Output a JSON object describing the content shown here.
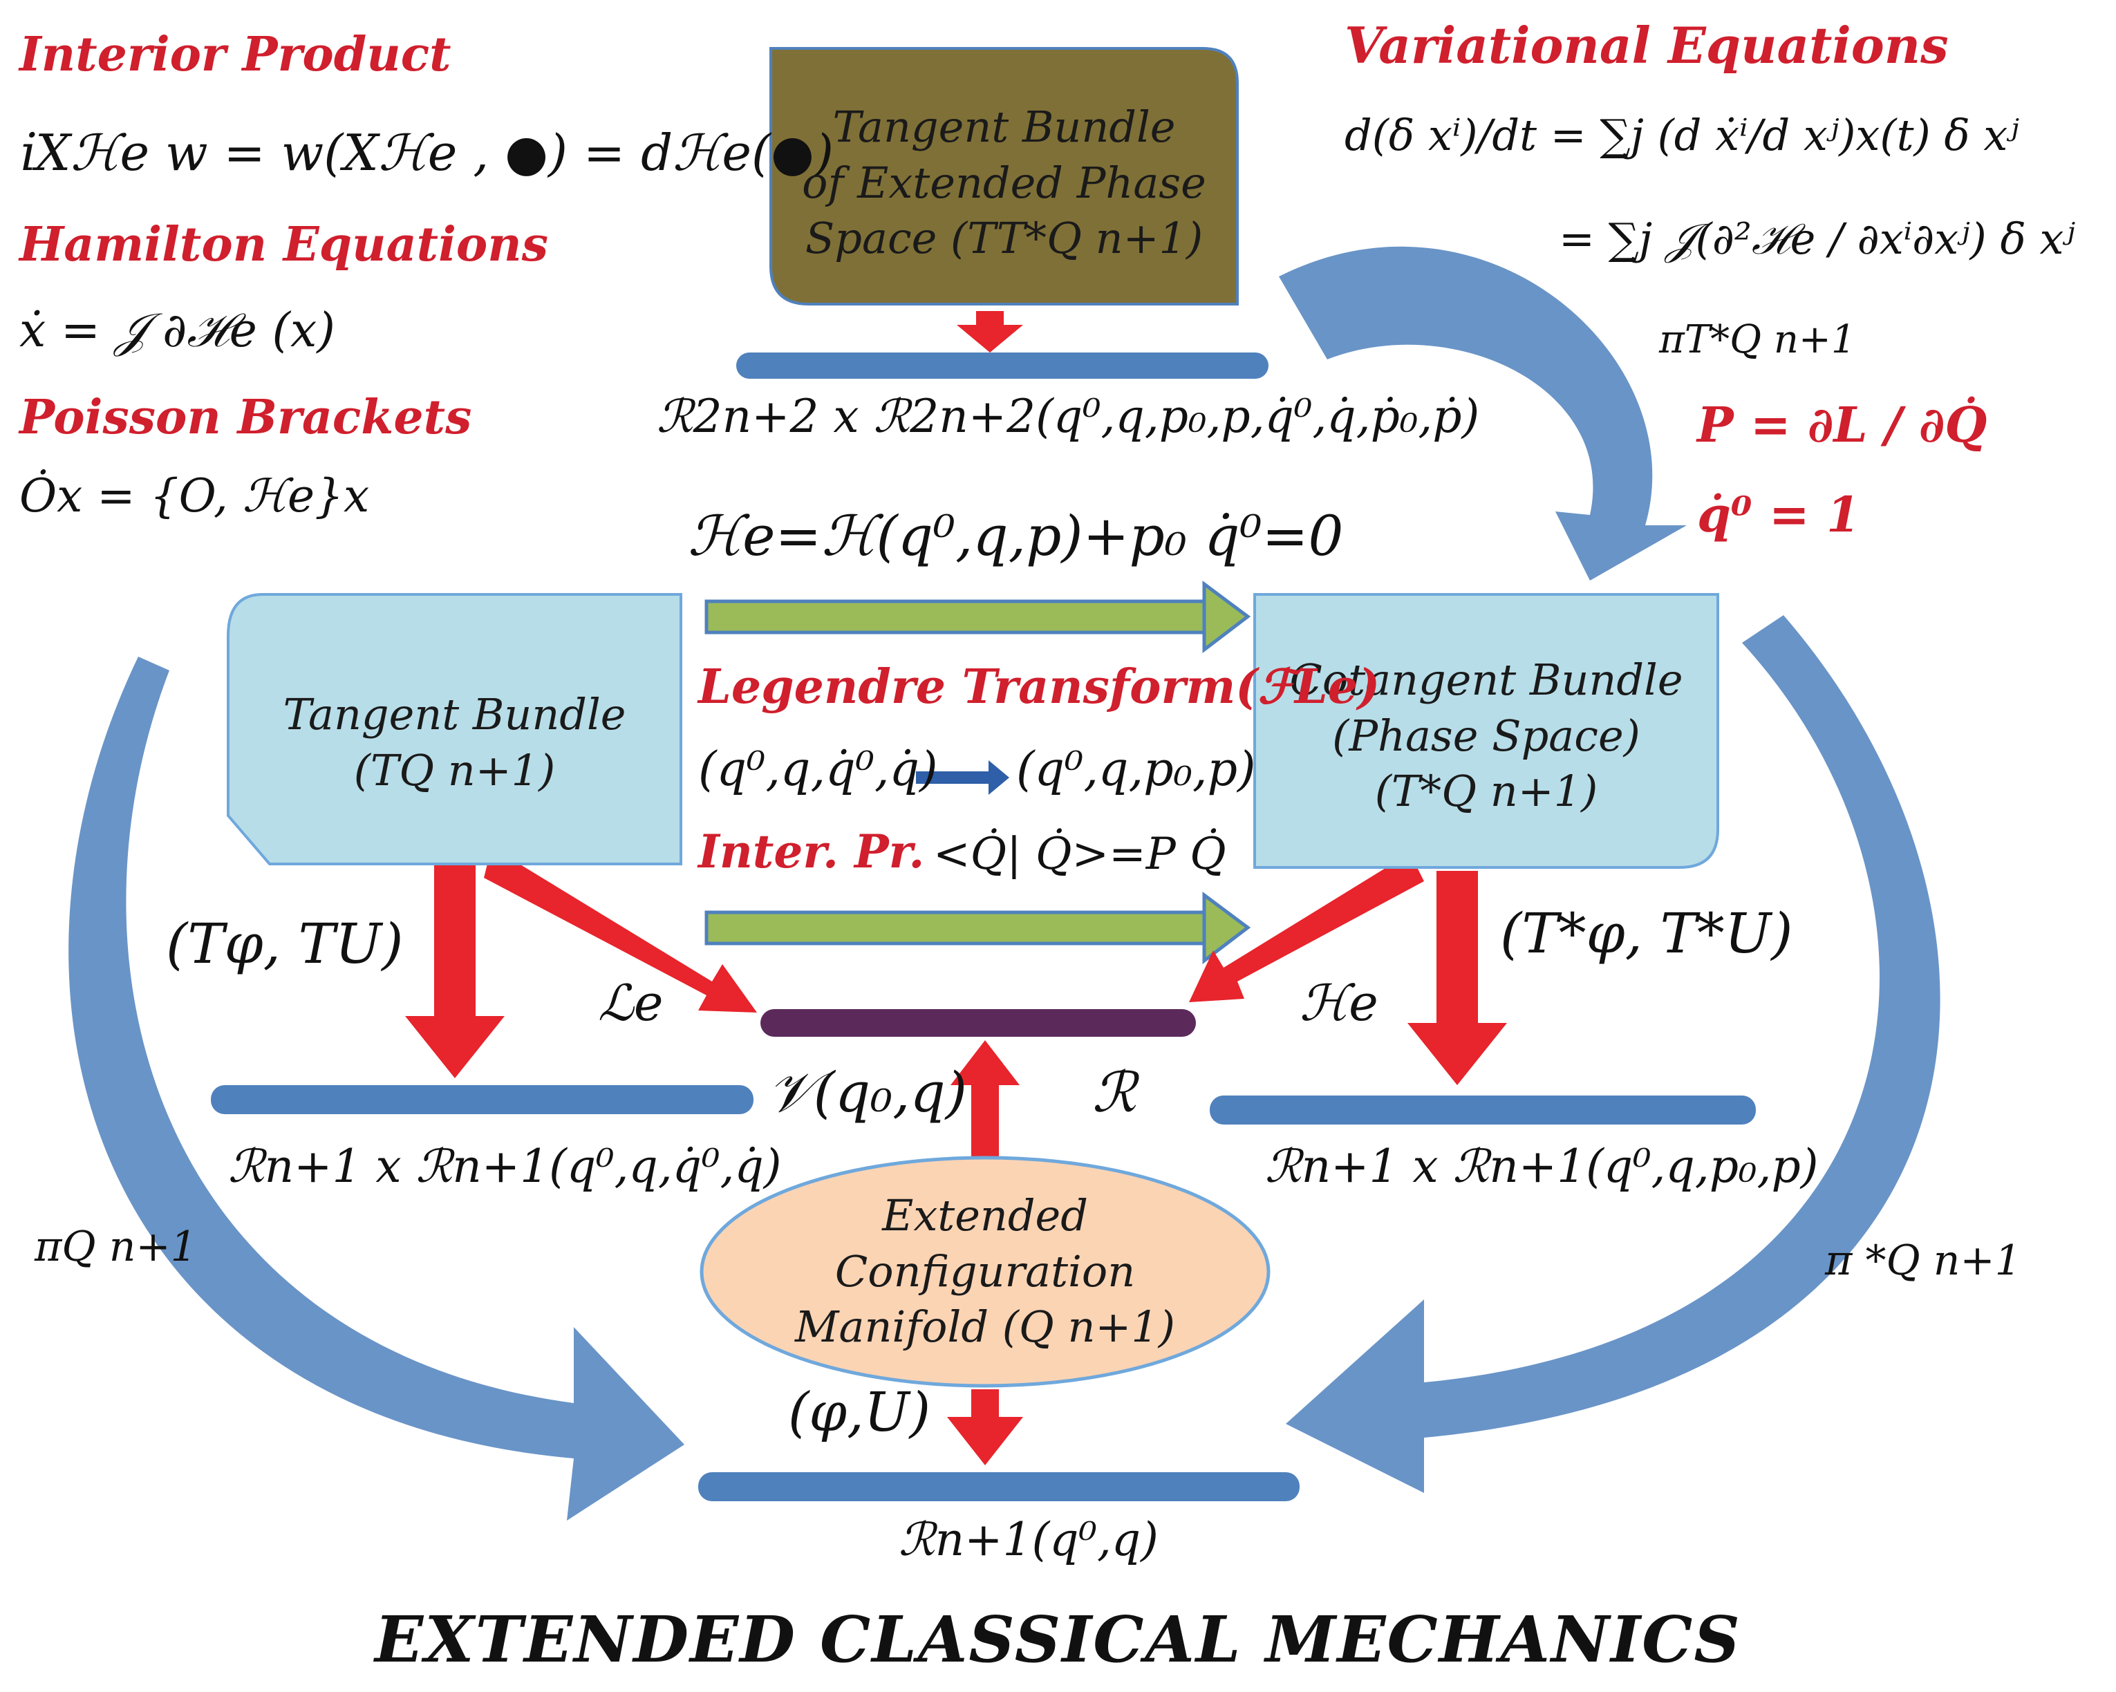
{
  "colors": {
    "accent_red": "#d01f2d",
    "blue_bar": "#4f81bd",
    "light_blue_box": "#b7dde8",
    "olive_box": "#7f7037",
    "peach_ellipse": "#fbd4b4",
    "green_arrow": "#9bbb59",
    "purple_bar": "#5b2a5b"
  },
  "top_left": {
    "interior_product_title": "Interior Product",
    "interior_product_eq": "i̇Xℋe w = w(Xℋe , ●) = dℋe(●)",
    "hamilton_title": "Hamilton Equations",
    "hamilton_eq": "ẋ  = 𝒥 ∂ℋe (x)",
    "poisson_title": "Poisson Brackets",
    "poisson_eq": "Ȯx = {O, ℋe}x"
  },
  "top_right": {
    "variational_title": "Variational Equations",
    "variational_eq1": "d(δ xⁱ)/dt = ∑j (d ẋⁱ/d xʲ)x(t) δ xʲ",
    "variational_eq2": "= ∑j 𝒥(∂²ℋe / ∂xⁱ∂xʲ) δ xʲ",
    "pi_tstar": "πT*Q n+1",
    "p_eq": "P = ∂L / ∂Q̇",
    "q0dot_eq": "q̇⁰ = 1"
  },
  "boxes": {
    "tangent_bundle_extended": [
      "Tangent Bundle",
      "of Extended Phase",
      "Space (TT*Q n+1)"
    ],
    "tangent_bundle": [
      "Tangent Bundle",
      "(TQ n+1)"
    ],
    "cotangent_bundle": [
      "Cotangent Bundle",
      "(Phase Space)",
      "(T*Q n+1)"
    ],
    "extended_configuration": [
      "Extended",
      "Configuration",
      "Manifold (Q n+1)"
    ]
  },
  "labels": {
    "top_bar_space": "ℛ2n+2 x ℛ2n+2(q⁰,q,p₀,p,q̇⁰,q̇,ṗ₀,ṗ)",
    "he_eq": "ℋe=ℋ(q⁰,q,p)+p₀ q̇⁰=0",
    "legendre_title": "Legendre Transform(ℱLe)",
    "legendre_left": "(q⁰,q,q̇⁰,q̇)",
    "legendre_right": "(q⁰,q,p₀,p)",
    "inter_pr_title": "Inter. Pr.",
    "inter_pr_eq": "<Q̇| Q̇>=P Q̇",
    "t_phi": "(Tφ, TU)",
    "tstar_phi": "(T*φ, T*U)",
    "le": "ℒe",
    "he_sub": "ℋe",
    "v_q0q": "𝒱(q₀,q)",
    "r_label": "ℛ",
    "left_bar_space": "ℛn+1 x ℛn+1(q⁰,q,q̇⁰,q̇)",
    "right_bar_space": "ℛn+1 x ℛn+1(q⁰,q,p₀,p)",
    "pi_q": "πQ n+1",
    "pi_star_q": "π *Q n+1",
    "phi_u": "(φ,U)",
    "bottom_bar_space": "ℛn+1(q⁰,q)",
    "main_title": "EXTENDED CLASSICAL  MECHANICS"
  }
}
